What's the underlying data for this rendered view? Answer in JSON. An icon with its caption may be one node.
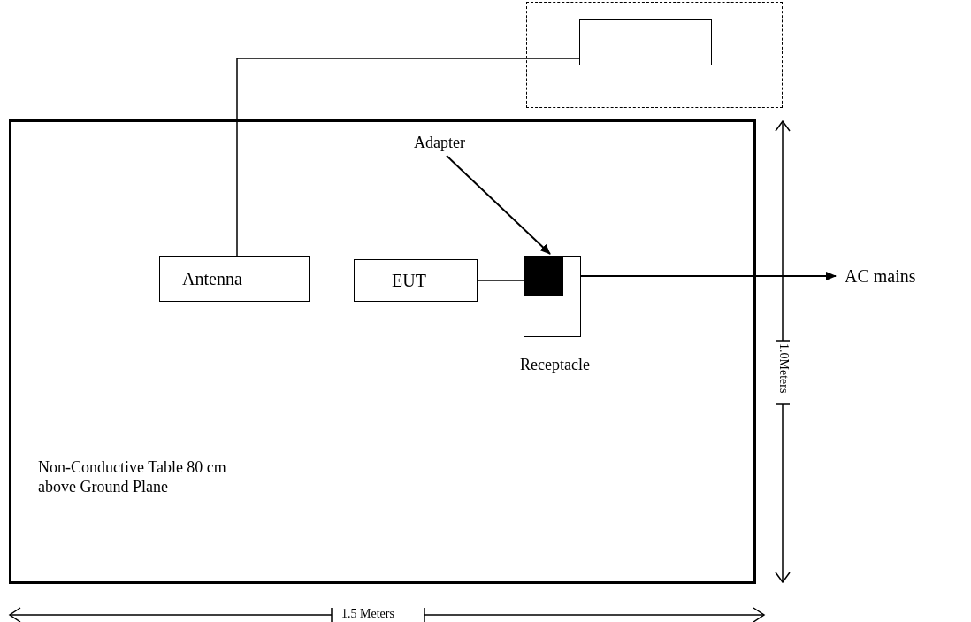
{
  "diagram": {
    "nodes": [
      {
        "text": [
          "Non-Conductive Table 80 cm above Ground Plane"
        ]
      },
      {
        "text": [],
        "shape": "box"
      },
      {
        "text": [],
        "shape": "box",
        "in": 1
      },
      {
        "text": [
          "Antenna"
        ],
        "in": 0
      },
      {
        "text": [
          "EUT"
        ],
        "in": 0
      },
      {
        "text": [
          "Receptacle"
        ],
        "in": 0
      },
      {
        "text": [],
        "shape": "box",
        "in": 5
      },
      {
        "text": [
          "Adapter"
        ],
        "in": 0
      },
      {
        "text": [
          "AC mains"
        ]
      }
    ],
    "edges": [
      {
        "from": 3,
        "to": 2,
        "arrow": "none"
      },
      {
        "from": 4,
        "to": 5,
        "arrow": "none"
      },
      {
        "from": 5,
        "to": 8,
        "arrow": "to"
      },
      {
        "from": 7,
        "to": 6,
        "arrow": "to"
      }
    ],
    "labels": [
      "1.0Meters",
      "1.5 Meters"
    ]
  }
}
